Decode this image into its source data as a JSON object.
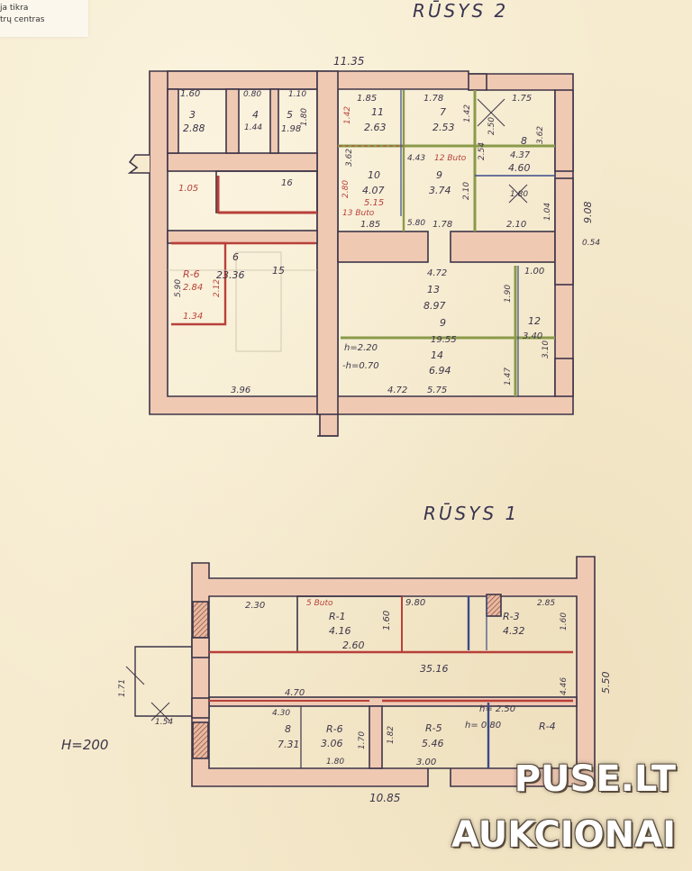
{
  "corner": {
    "line1": "ja tikra",
    "line2": "trų centras"
  },
  "titles": {
    "top": "RŪSYS 2",
    "bottom": "RŪSYS 1"
  },
  "top_plan": {
    "overall_width": "11.35",
    "right_depth": "9.08",
    "wall_offset": "0.54",
    "rooms": [
      {
        "id": "3",
        "area": "2.88",
        "width": "1.60"
      },
      {
        "id": "4",
        "area": "1.44",
        "width": "0.80",
        "depth": "1.80"
      },
      {
        "id": "5",
        "area": "1.98",
        "width": "1.10",
        "depth": "1.80"
      },
      {
        "id": "11",
        "area": "2.63",
        "width": "1.85",
        "depth": "1.42"
      },
      {
        "id": "7",
        "area": "2.53",
        "width": "1.78",
        "depth": "1.42"
      },
      {
        "id": "8",
        "area": "4.60",
        "width": "1.75",
        "area_calc": "4.37",
        "depth": "3.62"
      },
      {
        "id": "10",
        "area": "4.07",
        "alt_area": "5.15",
        "note": "13 Buto",
        "width": "1.85"
      },
      {
        "id": "9",
        "area": "3.74",
        "note": "12 Buto",
        "width": "1.78"
      },
      {
        "id": "6",
        "area": "23.36",
        "label_inner": "R-6",
        "inner_area": "2.84"
      },
      {
        "id": "15"
      },
      {
        "id": "16"
      },
      {
        "id": "13",
        "area": "8.97",
        "width": "4.72"
      },
      {
        "id": "14",
        "area": "6.94",
        "sub_id": "9",
        "sub_area": "19.55"
      },
      {
        "id": "12",
        "area": "3.40",
        "width": "1.00"
      }
    ],
    "dims": {
      "d_105": "1.05",
      "d_590": "5.90",
      "d_212": "2.12",
      "d_134": "1.34",
      "d_396": "3.96",
      "d_362": "3.62",
      "d_280": "2.80",
      "d_185b": "1.85",
      "d_580": "5.80",
      "d_178b": "1.78",
      "d_443": "4.43",
      "d_254": "2.54",
      "d_250": "2.50",
      "d_210": "2.10",
      "d_210b": "2.10",
      "d_104": "1.04",
      "d_180": "1.80",
      "d_190": "1.90",
      "d_147": "1.47",
      "d_310": "3.10",
      "d_472b": "4.72",
      "d_575": "5.75",
      "h1": "h=2.20",
      "h2": "-h=0.70"
    }
  },
  "bottom_plan": {
    "overall_width": "10.85",
    "height_note": "H=200",
    "corridor_length": "35.16",
    "rooms": [
      {
        "id": "R-1",
        "area": "4.16",
        "note": "5 Buto",
        "depth": "1.60",
        "width": "2.60"
      },
      {
        "id": "R-3",
        "area": "4.32",
        "width": "2.85",
        "depth": "1.60"
      },
      {
        "id": "R-6",
        "area": "3.06",
        "width": "1.80"
      },
      {
        "id": "R-5",
        "area": "5.46",
        "width": "3.00"
      },
      {
        "id": "R-4"
      },
      {
        "id": "8",
        "area": "7.31"
      }
    ],
    "dims": {
      "d_230": "2.30",
      "d_980": "9.80",
      "d_470": "4.70",
      "d_430": "4.30",
      "d_170": "1.70",
      "d_182": "1.82",
      "d_250": "2.50",
      "d_h080": "h= 0.80",
      "d_446": "4.46",
      "d_550": "5.50",
      "d_171": "1.71",
      "d_154": "1.54",
      "d_h250": "h= 2.50"
    }
  },
  "watermark": {
    "line1": "PUSE.LT",
    "line2": "AUKCIONAI"
  },
  "colors": {
    "paper": "#f6ebcf",
    "wall": "#f0c9b3",
    "line": "#3d3548",
    "red": "#b8403a",
    "green": "#8a9a4a",
    "blue": "#3b4a8a"
  }
}
